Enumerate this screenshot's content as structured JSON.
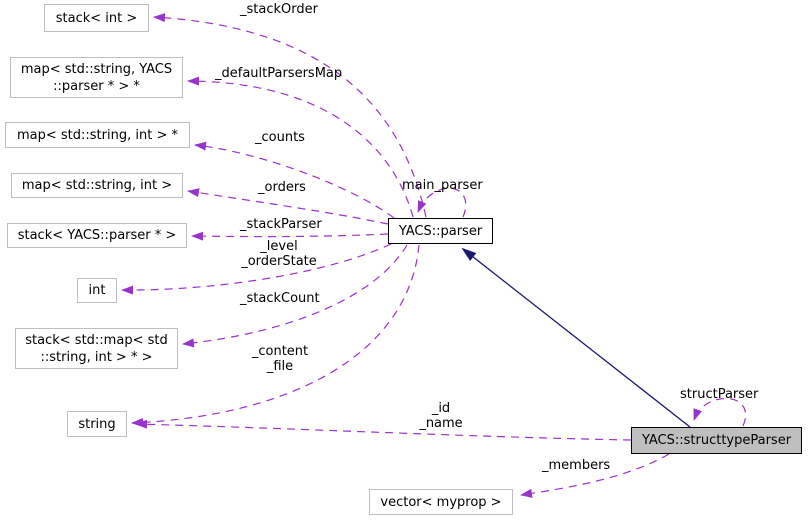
{
  "diagram": {
    "type": "doxygen-collaboration-graph",
    "nodes": {
      "stack_int": {
        "label": "stack< int >"
      },
      "map_string_parser": {
        "label": "map< std::string, YACS\n::parser * > *"
      },
      "map_string_int_ptr": {
        "label": "map< std::string, int > *"
      },
      "map_string_int": {
        "label": "map< std::string, int >"
      },
      "stack_yacs_parser": {
        "label": "stack< YACS::parser * >"
      },
      "int": {
        "label": "int"
      },
      "stack_map": {
        "label": "stack< std::map< std\n::string, int > * >"
      },
      "string": {
        "label": "string"
      },
      "vector_myprop": {
        "label": "vector< myprop >"
      },
      "yacs_parser": {
        "label": "YACS::parser"
      },
      "yacs_structtypeparser": {
        "label": "YACS::structtypeParser"
      }
    },
    "edge_labels": {
      "stack_order": "_stackOrder",
      "default_parsers_map": "_defaultParsersMap",
      "counts": "_counts",
      "orders": "_orders",
      "stack_parser": "_stackParser",
      "level_order_state": "_level\n_orderState",
      "stack_count": "_stackCount",
      "content_file": "_content\n_file",
      "main_parser": "main_parser",
      "id_name": "_id\n_name",
      "members": "_members",
      "struct_parser": "structParser"
    },
    "colors": {
      "usage_edge": "#9a32cd",
      "inheritance_edge": "#191970",
      "node_border_plain": "#bebebe",
      "node_border_class": "#000000",
      "node_fill": "#ffffff",
      "current_node_fill": "#bfbfbf"
    }
  }
}
